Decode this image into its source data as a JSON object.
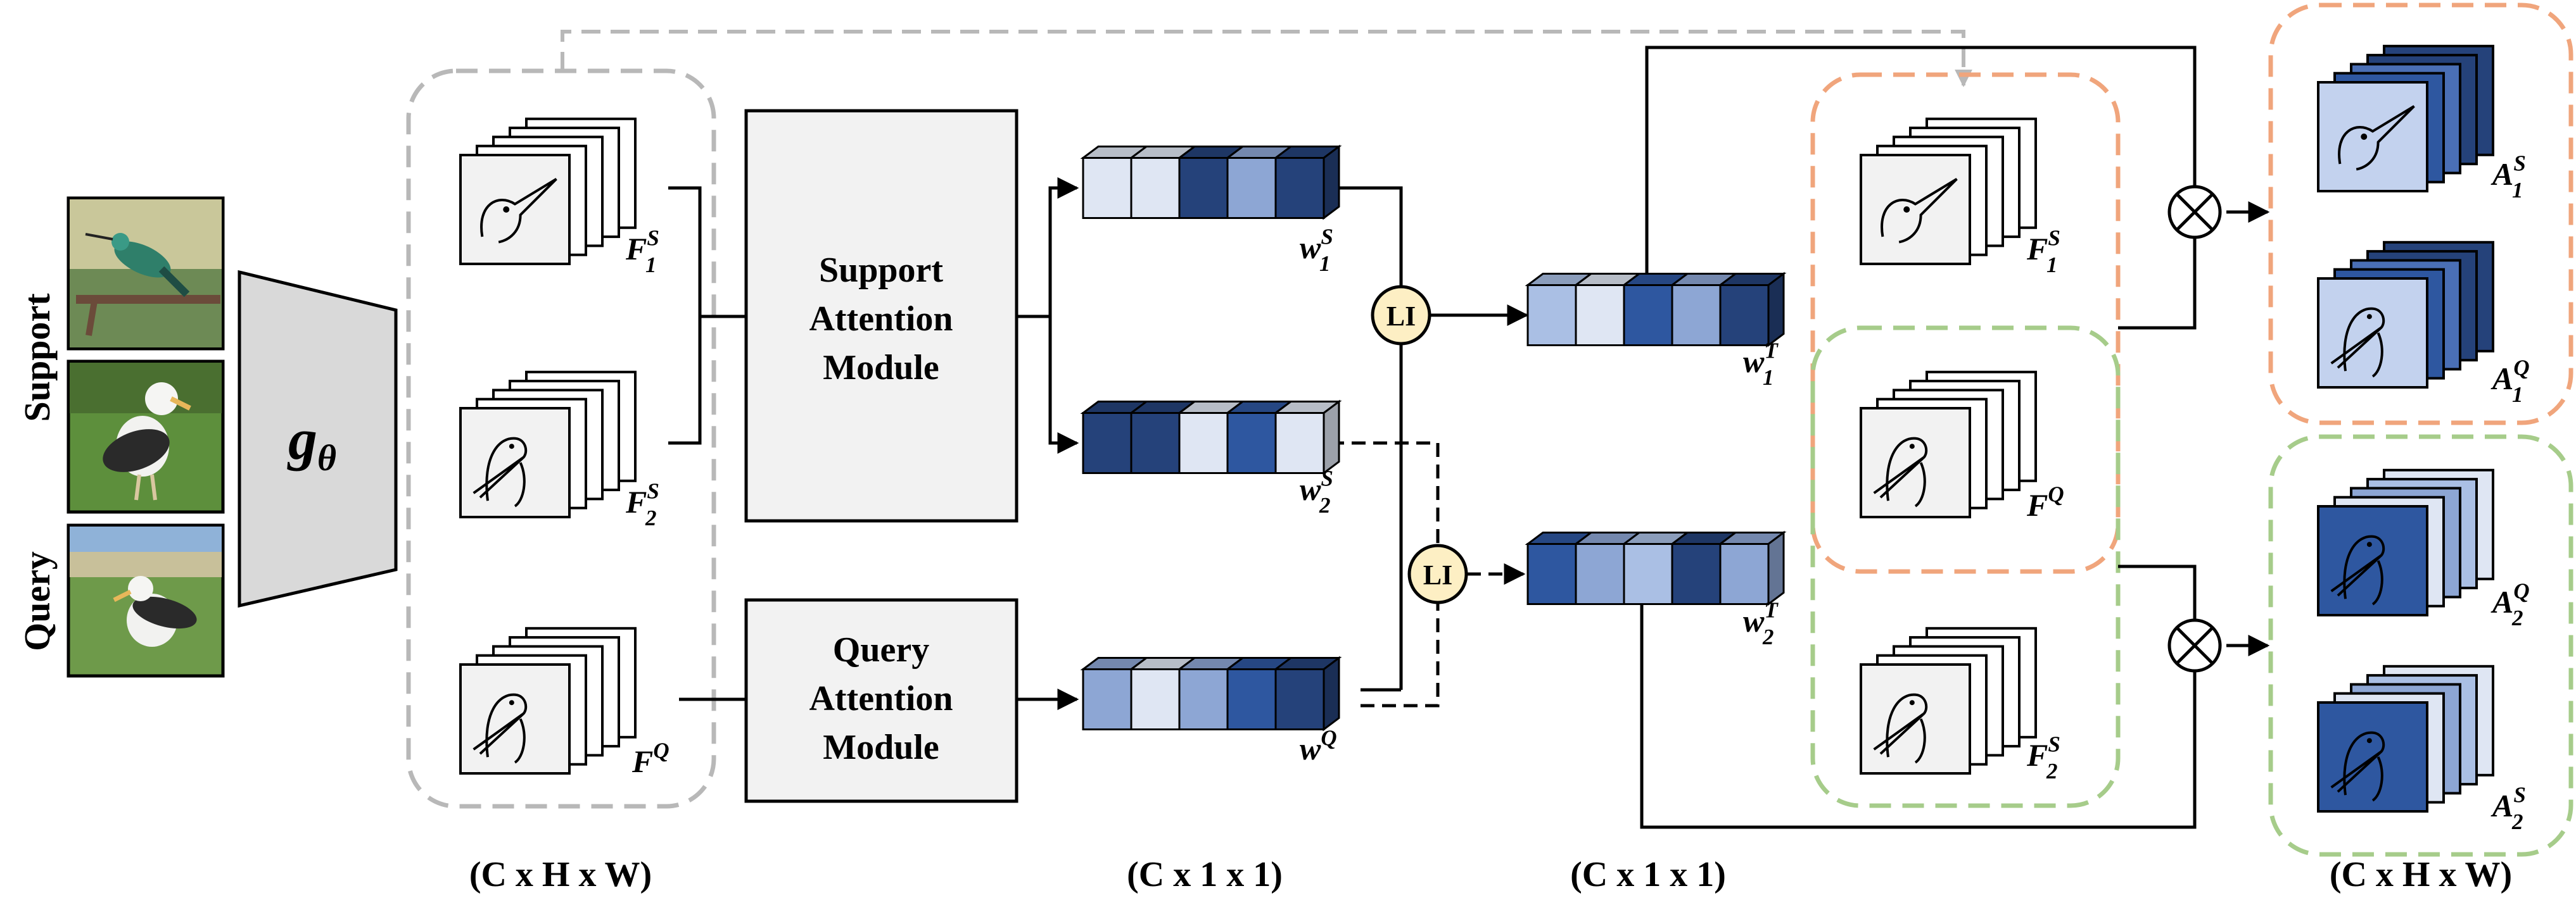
{
  "side_labels": {
    "support": "Support",
    "query": "Query"
  },
  "encoder": {
    "symbol": "g",
    "subscript": "θ"
  },
  "modules": {
    "support": [
      "Support",
      "Attention",
      "Module"
    ],
    "query": [
      "Query",
      "Attention",
      "Module"
    ]
  },
  "li_label": "LI",
  "feature_labels": {
    "fs1": {
      "base": "F",
      "sup": "S",
      "sub": "1"
    },
    "fs2": {
      "base": "F",
      "sup": "S",
      "sub": "2"
    },
    "fq": {
      "base": "F",
      "sup": "Q",
      "sub": ""
    }
  },
  "vector_labels": {
    "ws1": {
      "base": "w",
      "sup": "S",
      "sub": "1"
    },
    "ws2": {
      "base": "w",
      "sup": "S",
      "sub": "2"
    },
    "wq": {
      "base": "w",
      "sup": "Q",
      "sub": ""
    },
    "wt1": {
      "base": "w",
      "sup": "T",
      "sub": "1"
    },
    "wt2": {
      "base": "w",
      "sup": "T",
      "sub": "2"
    }
  },
  "output_labels": {
    "as1": {
      "base": "A",
      "sup": "S",
      "sub": "1"
    },
    "aq1": {
      "base": "A",
      "sup": "Q",
      "sub": "1"
    },
    "aq2": {
      "base": "A",
      "sup": "Q",
      "sub": "2"
    },
    "as2": {
      "base": "A",
      "sup": "S",
      "sub": "2"
    }
  },
  "dims": {
    "features": "(C x H x W)",
    "vectors": "(C x 1 x 1)",
    "combined": "(C x 1 x 1)",
    "outputs": "(C x H x W)"
  },
  "operator_symbol": "⊗",
  "vector_colors": {
    "ws1": [
      "#dfe6f3",
      "#dfe6f3",
      "#25427a",
      "#8da6d4",
      "#25427a"
    ],
    "ws2": [
      "#25427a",
      "#25427a",
      "#dfe6f3",
      "#2e57a0",
      "#dfe6f3"
    ],
    "wq": [
      "#8da6d4",
      "#dfe6f3",
      "#8da6d4",
      "#2e57a0",
      "#25427a"
    ],
    "wt1": [
      "#aabfe4",
      "#dfe6f3",
      "#2e57a0",
      "#8da6d4",
      "#25427a"
    ],
    "wt2": [
      "#2e57a0",
      "#8da6d4",
      "#aabfe4",
      "#25427a",
      "#8da6d4"
    ]
  },
  "colors": {
    "gray_dash": "#b8b8b8",
    "orange_dash": "#f0a57c",
    "green_dash": "#a6cc8a",
    "li_fill": "#fdefc4",
    "module_fill": "#f2f2f2",
    "encoder_fill": "#d9d9d9",
    "map_light": "#c3d2ee",
    "map_dark": "#2e57a0"
  }
}
